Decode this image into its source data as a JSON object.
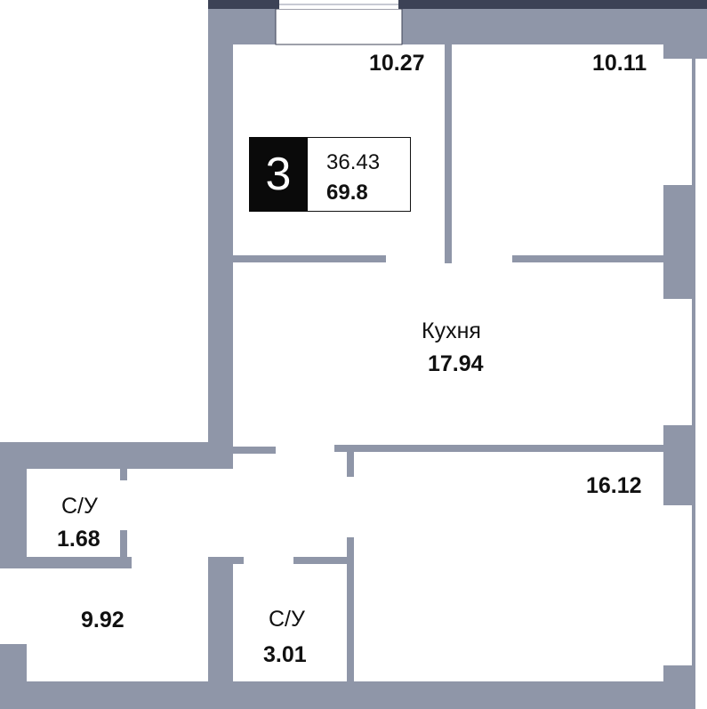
{
  "plan": {
    "wall_color": "#8f96a8",
    "wall_dark_color": "#3c4256",
    "room_count": "3",
    "living_area": "36.43",
    "total_area": "69.8",
    "rooms": [
      {
        "name": "",
        "area": "10.27"
      },
      {
        "name": "",
        "area": "10.11"
      },
      {
        "name": "Кухня",
        "area": "17.94"
      },
      {
        "name": "С/У",
        "area": "1.68"
      },
      {
        "name": "",
        "area": "16.12"
      },
      {
        "name": "",
        "area": "9.92"
      },
      {
        "name": "С/У",
        "area": "3.01"
      }
    ]
  }
}
